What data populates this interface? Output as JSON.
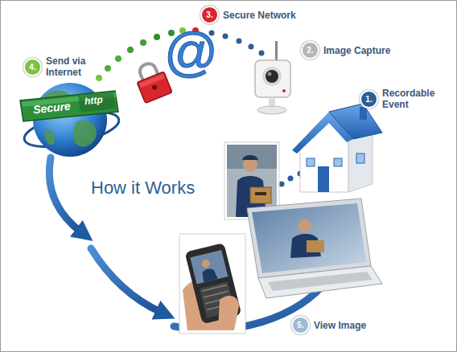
{
  "diagram": {
    "title": "How it Works",
    "nodes": [
      {
        "text": [
          "1.",
          "Recordable Event"
        ]
      },
      {
        "text": [
          "2.",
          "Image Capture"
        ]
      },
      {
        "text": [
          "3.",
          "Secure Network"
        ]
      },
      {
        "text": [
          "4.",
          "Send via Internet"
        ]
      },
      {
        "text": [
          "5.",
          "View Image"
        ]
      }
    ],
    "labels": [
      "Secure",
      "http",
      "@"
    ]
  }
}
